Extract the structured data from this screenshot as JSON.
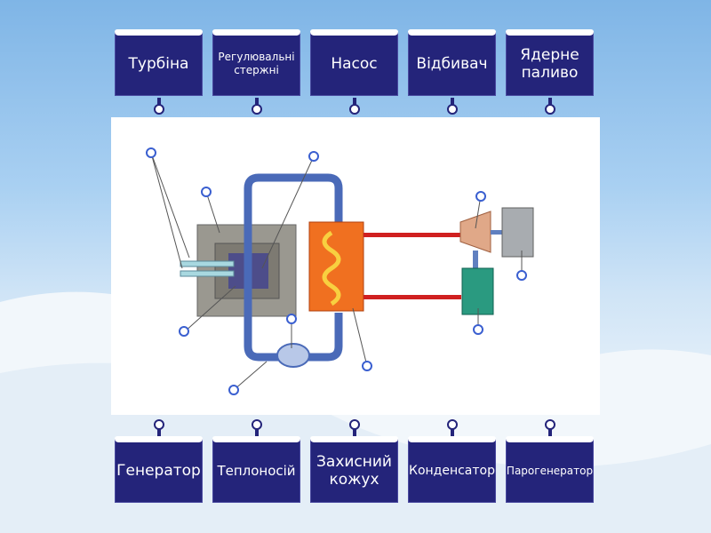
{
  "top_labels": [
    "Турбіна",
    "Регулювальні стержні",
    "Насос",
    "Відбивач",
    "Ядерне паливо"
  ],
  "bottom_labels": [
    "Генератор",
    "Теплоносій",
    "Захисний кожух",
    "Конденсатор",
    "Парогенератор"
  ],
  "colors": {
    "tile": "#24247a",
    "hotspot": "#3a5fd0"
  }
}
